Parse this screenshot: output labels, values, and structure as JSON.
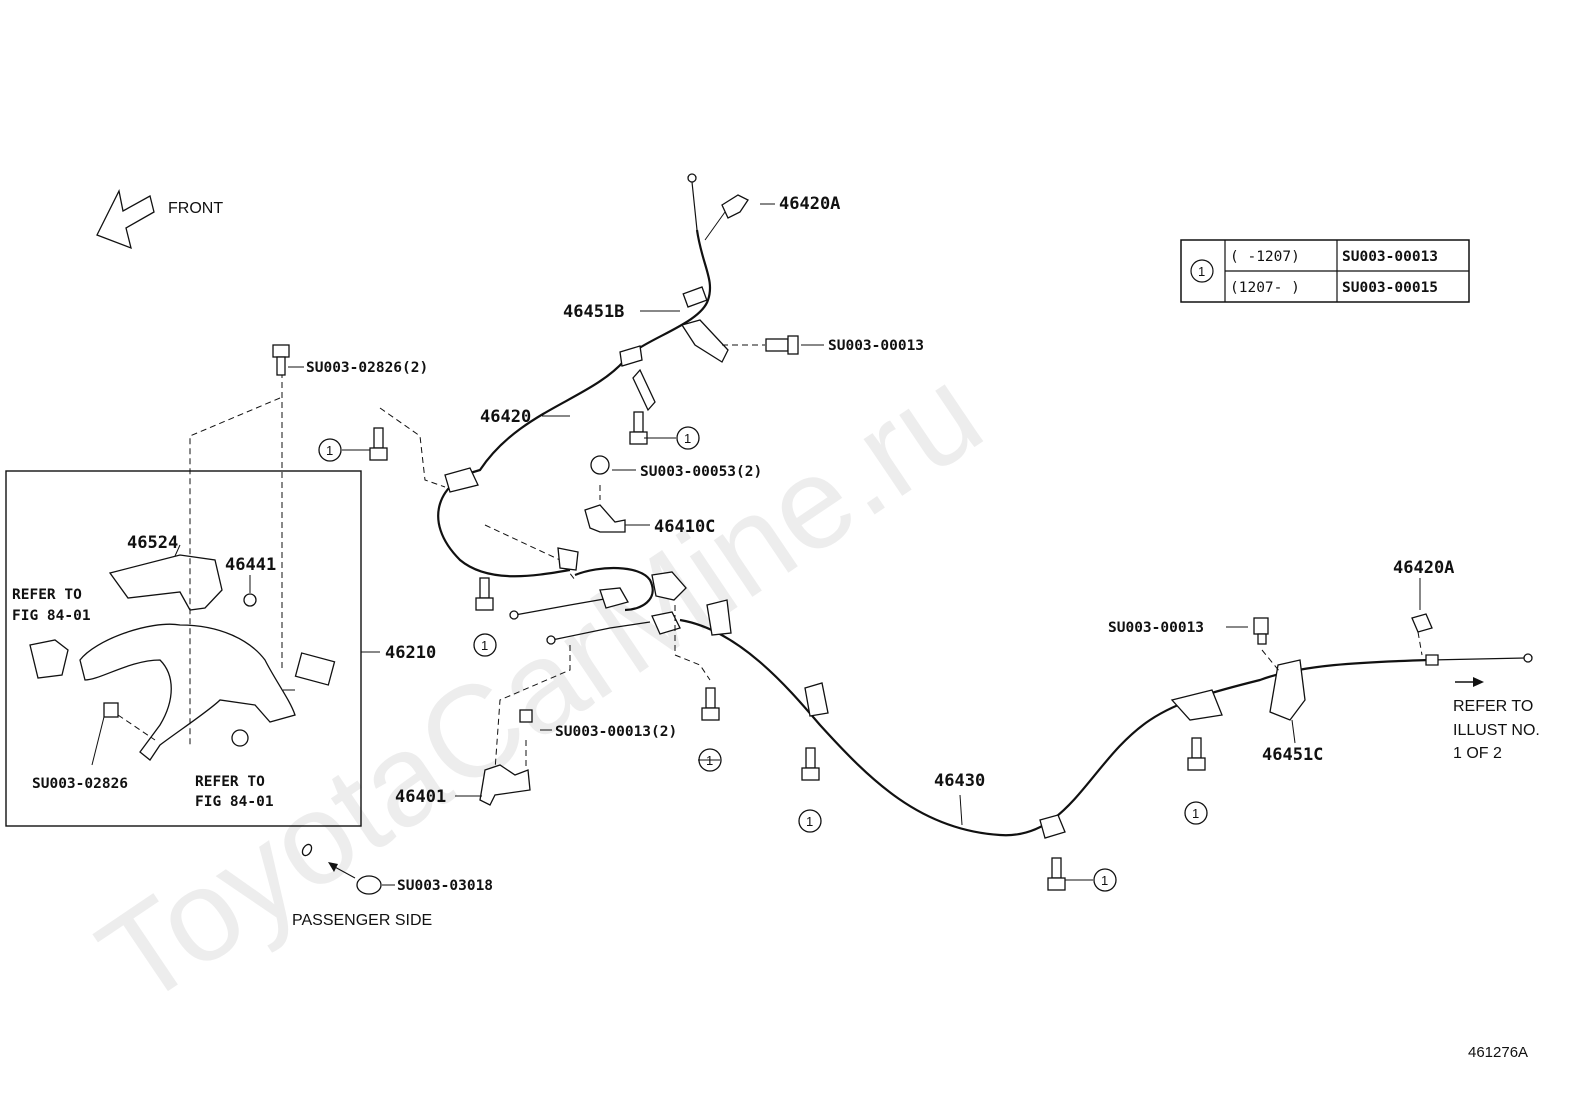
{
  "watermark": "ToyotaCarMine.ru",
  "front_label": "FRONT",
  "diagram_id": "461276A",
  "legend": {
    "symbol": "1",
    "rows": [
      {
        "range": "(     -1207)",
        "part": "SU003-00013"
      },
      {
        "range": "(1207-      )",
        "part": "SU003-00015"
      }
    ]
  },
  "labels": {
    "p46420A_top": "46420A",
    "p46451B": "46451B",
    "su00013_top": "SU003-00013",
    "su02826_2": "SU003-02826(2)",
    "p46420": "46420",
    "su00053_2": "SU003-00053(2)",
    "p46410C": "46410C",
    "p46524": "46524",
    "p46441": "46441",
    "refer_fig_a_1": "REFER TO",
    "refer_fig_a_2": "FIG 84-01",
    "p46210": "46210",
    "su02826": "SU003-02826",
    "refer_fig_b_1": "REFER TO",
    "refer_fig_b_2": "FIG 84-01",
    "su00013_2": "SU003-00013(2)",
    "p46401": "46401",
    "su03018": "SU003-03018",
    "passenger_side": "PASSENGER SIDE",
    "p46430": "46430",
    "su00013_right": "SU003-00013",
    "p46420A_right": "46420A",
    "p46451C": "46451C",
    "refer_illust_1": "REFER TO",
    "refer_illust_2": "ILLUST NO.",
    "refer_illust_3": "1 OF 2"
  },
  "callout_symbol": "1"
}
